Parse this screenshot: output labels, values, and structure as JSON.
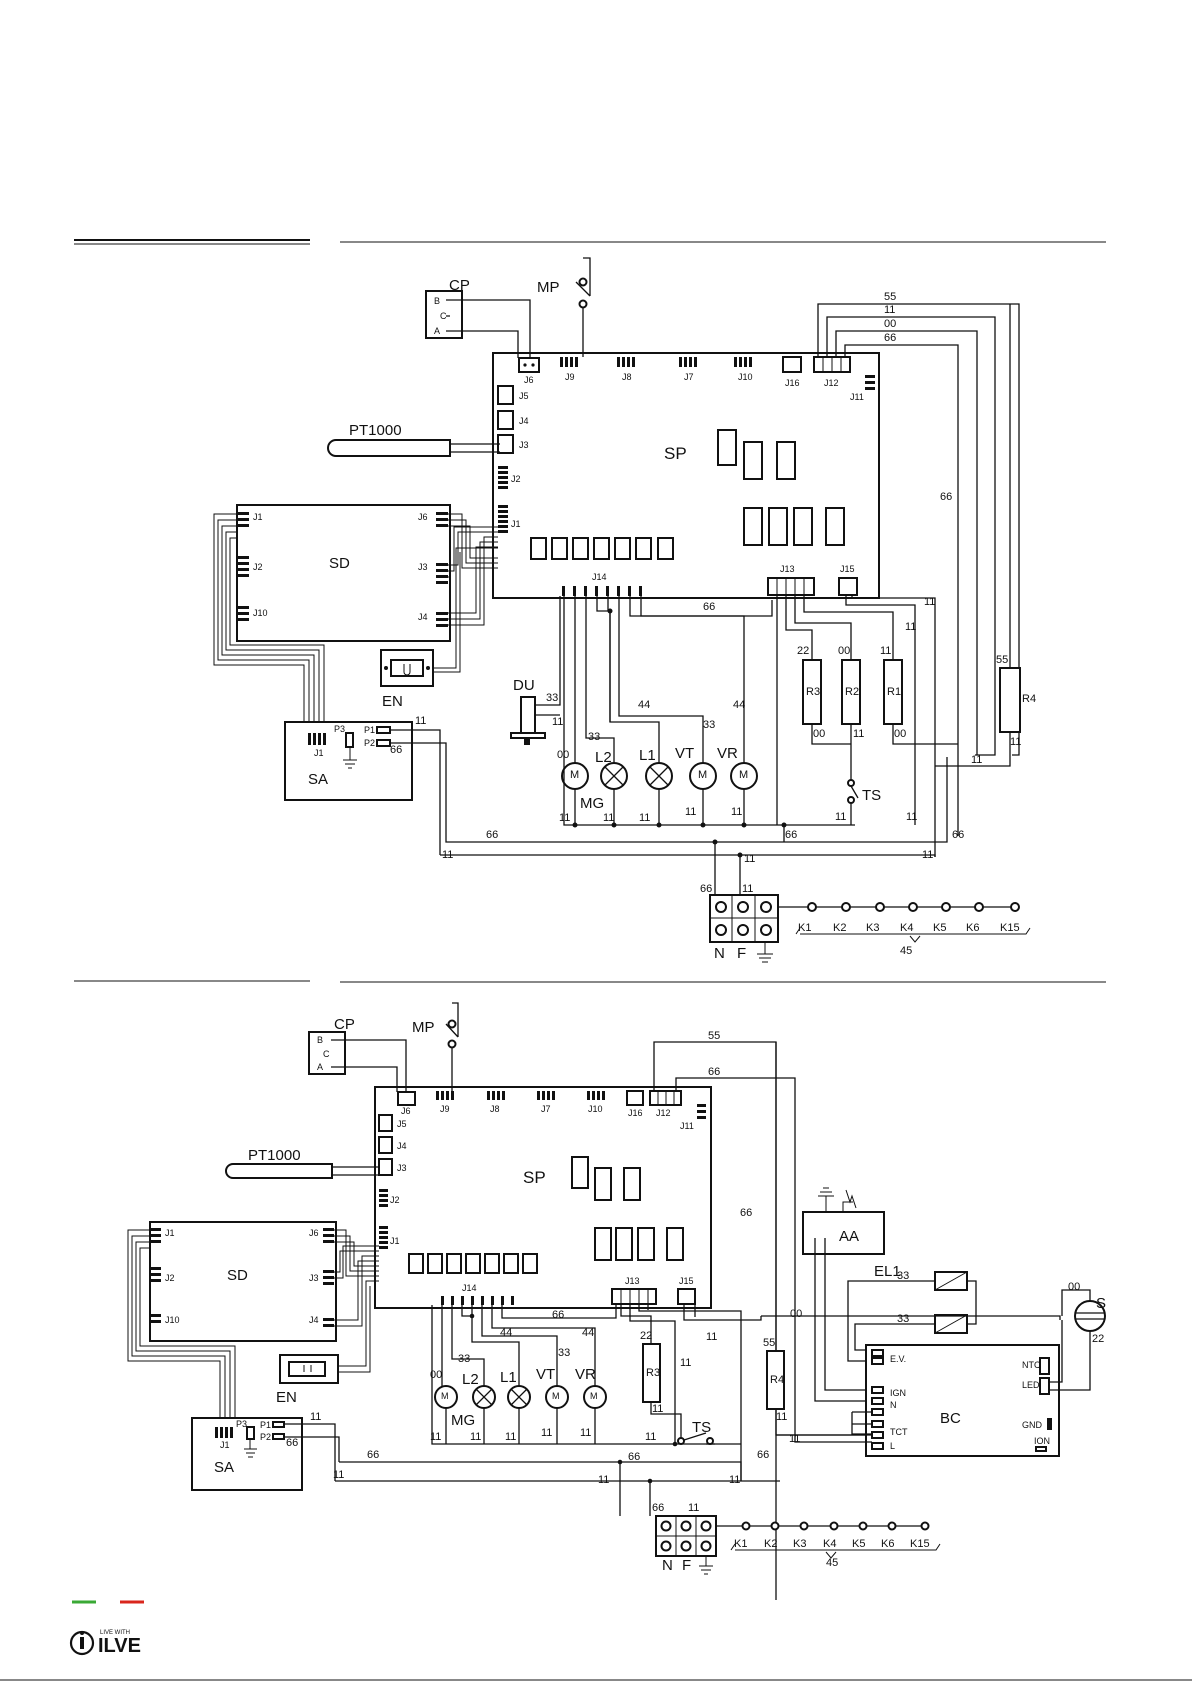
{
  "diagram1": {
    "board": "SP",
    "display": "SD",
    "encoder": "EN",
    "sa_board": "SA",
    "sensor": "PT1000",
    "cp": "CP",
    "mp": "MP",
    "du": "DU",
    "ts": "TS",
    "connectors_top": [
      "J6",
      "J9",
      "J8",
      "J7",
      "J10",
      "J16",
      "J12",
      "J11"
    ],
    "connectors_left": [
      "J5",
      "J4",
      "J3",
      "J2",
      "J1"
    ],
    "connectors_bottom": [
      "J14",
      "J13",
      "J15"
    ],
    "sd_connectors": [
      "J1",
      "J2",
      "J10",
      "J6",
      "J3",
      "J4"
    ],
    "sa_labels": [
      "J1",
      "P3",
      "P1",
      "P2"
    ],
    "cp_pins": [
      "B",
      "C",
      "A"
    ],
    "resistors": [
      "R3",
      "R2",
      "R1",
      "R4"
    ],
    "loads": [
      "MG",
      "L2",
      "L1",
      "VT",
      "VR"
    ],
    "wire_numbers": [
      "55",
      "11",
      "00",
      "66",
      "22",
      "33",
      "44"
    ],
    "terminal": [
      "N",
      "F"
    ],
    "relays": [
      "K1",
      "K2",
      "K3",
      "K4",
      "K5",
      "K6",
      "K15"
    ],
    "relay_bus": "45"
  },
  "diagram2": {
    "board": "SP",
    "display": "SD",
    "encoder": "EN",
    "sa_board": "SA",
    "sensor": "PT1000",
    "cp": "CP",
    "mp": "MP",
    "aa": "AA",
    "el": "EL1",
    "bc": "BC",
    "ts": "TS",
    "s_label": "S",
    "bc_pins": [
      "E.V.",
      "IGN",
      "N",
      "TCT",
      "L",
      "NTC",
      "LED",
      "GND",
      "ION"
    ],
    "resistors": [
      "R3",
      "R4"
    ],
    "loads": [
      "MG",
      "L2",
      "L1",
      "VT",
      "VR"
    ],
    "terminal": [
      "N",
      "F"
    ],
    "relays": [
      "K1",
      "K2",
      "K3",
      "K4",
      "K5",
      "K6",
      "K15"
    ],
    "relay_bus": "45"
  },
  "logo": {
    "tagline": "LIVE WITH",
    "brand": "ILVE"
  },
  "colors": {
    "green": "#3aa935",
    "red": "#d9261c",
    "ink": "#111111"
  }
}
